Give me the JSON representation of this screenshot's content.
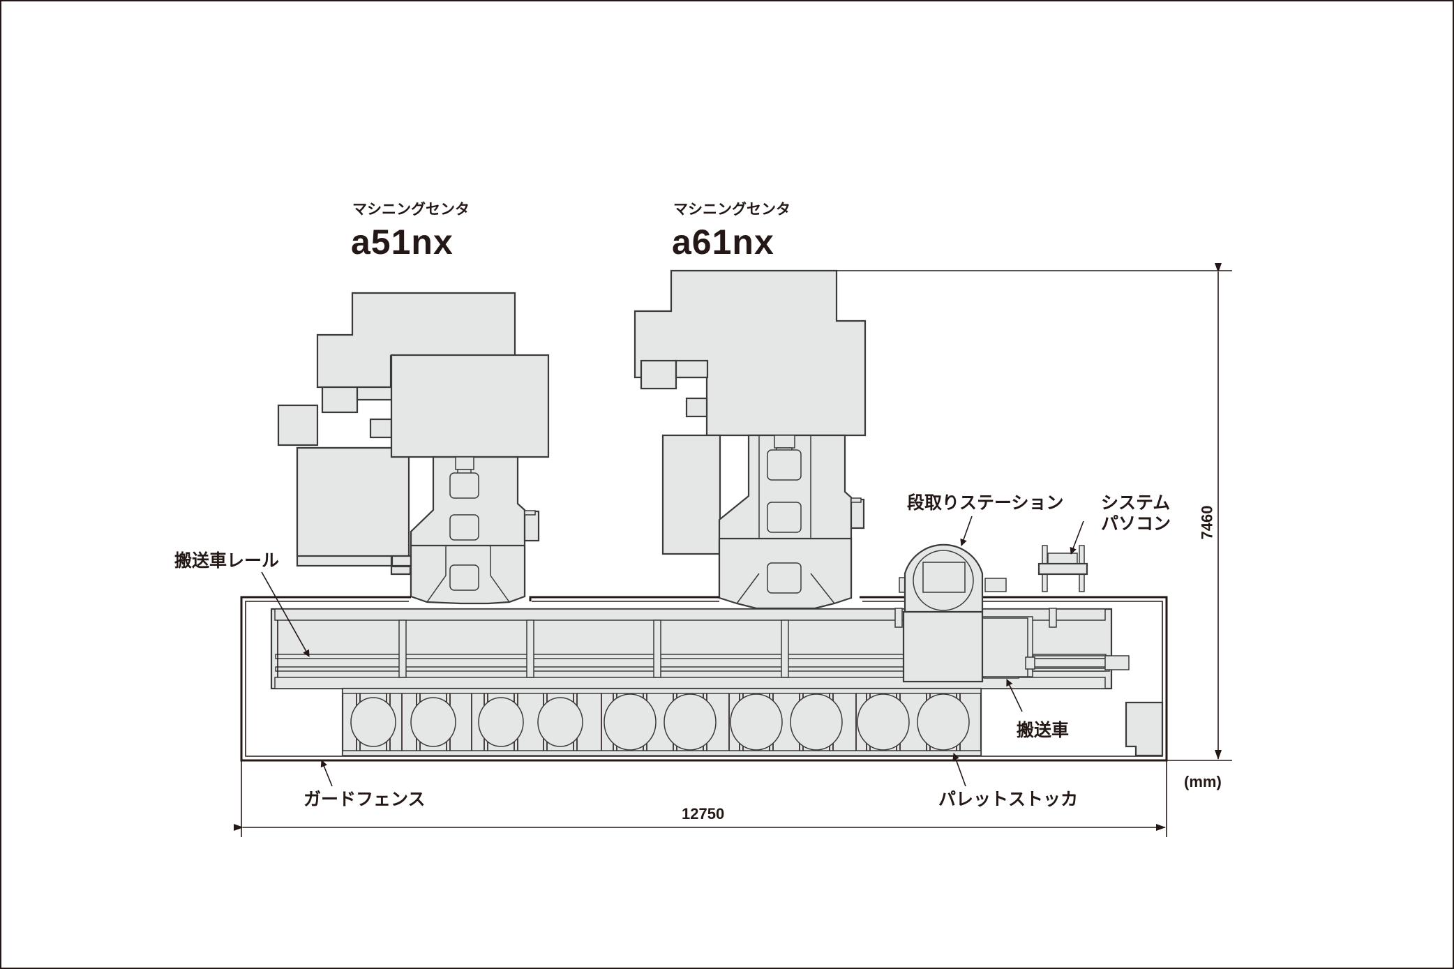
{
  "diagram": {
    "type": "floor-layout",
    "machines": [
      {
        "category": "マシニングセンタ",
        "model": "a51nx"
      },
      {
        "category": "マシニングセンタ",
        "model": "a61nx"
      }
    ],
    "callouts": {
      "setup_station": "段取りステーション",
      "system_pc_line1": "システム",
      "system_pc_line2": "パソコン",
      "rail": "搬送車レール",
      "carrier": "搬送車",
      "guard_fence": "ガードフェンス",
      "pallet_stocker": "パレットストッカ"
    },
    "dimensions": {
      "width": "12750",
      "height": "7460",
      "unit": "(mm)"
    },
    "colors": {
      "line": "#231815",
      "fill": "#e5e6e6",
      "background": "#ffffff"
    },
    "pallet_count": 10
  }
}
